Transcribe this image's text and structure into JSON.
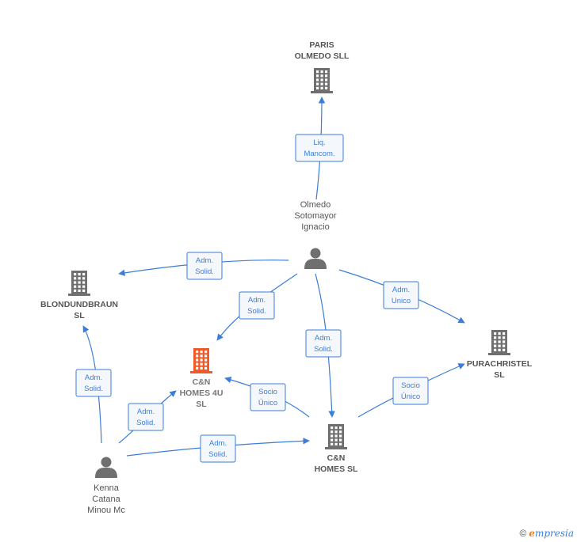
{
  "colors": {
    "edge": "#3b7dd8",
    "company": "#6f6f6f",
    "focus": "#f05a28",
    "person": "#6f6f6f"
  },
  "nodes": [
    {
      "id": "paris",
      "kind": "company",
      "icon": "building-icon",
      "lines": [
        "PARIS",
        "OLMEDO SLL"
      ]
    },
    {
      "id": "olmedo",
      "kind": "person",
      "icon": "person-icon",
      "lines": [
        "Olmedo",
        "Sotomayor",
        "Ignacio"
      ]
    },
    {
      "id": "blond",
      "kind": "company",
      "icon": "building-icon",
      "lines": [
        "BLONDUNDBRAUN",
        "SL"
      ]
    },
    {
      "id": "cn4u",
      "kind": "focus",
      "icon": "building-icon",
      "lines": [
        "C&N",
        "HOMES 4U",
        "SL"
      ]
    },
    {
      "id": "pura",
      "kind": "company",
      "icon": "building-icon",
      "lines": [
        "PURACHRISTEL",
        "SL"
      ]
    },
    {
      "id": "cnh",
      "kind": "company",
      "icon": "building-icon",
      "lines": [
        "C&N",
        "HOMES  SL"
      ]
    },
    {
      "id": "kenna",
      "kind": "person",
      "icon": "person-icon",
      "lines": [
        "Kenna",
        "Catana",
        "Minou Mc"
      ]
    }
  ],
  "edges": [
    {
      "id": "e1",
      "from": "olmedo",
      "to": "paris",
      "label": [
        "Liq.",
        "Mancom."
      ]
    },
    {
      "id": "e2",
      "from": "olmedo",
      "to": "blond",
      "label": [
        "Adm.",
        "Solid."
      ]
    },
    {
      "id": "e3",
      "from": "olmedo",
      "to": "cn4u",
      "label": [
        "Adm.",
        "Solid."
      ]
    },
    {
      "id": "e4",
      "from": "olmedo",
      "to": "cnh",
      "label": [
        "Adm.",
        "Solid."
      ]
    },
    {
      "id": "e5",
      "from": "olmedo",
      "to": "pura",
      "label": [
        "Adm.",
        "Unico"
      ]
    },
    {
      "id": "e6",
      "from": "cnh",
      "to": "cn4u",
      "label": [
        "Socio",
        "Único"
      ]
    },
    {
      "id": "e7",
      "from": "cnh",
      "to": "pura",
      "label": [
        "Socio",
        "Único"
      ]
    },
    {
      "id": "e8",
      "from": "kenna",
      "to": "blond",
      "label": [
        "Adm.",
        "Solid."
      ]
    },
    {
      "id": "e9",
      "from": "kenna",
      "to": "cn4u",
      "label": [
        "Adm.",
        "Solid."
      ]
    },
    {
      "id": "e10",
      "from": "kenna",
      "to": "cnh",
      "label": [
        "Adm.",
        "Solid."
      ]
    }
  ],
  "footer": {
    "copyright": "©",
    "brand_initial": "e",
    "brand_rest": "mpresia"
  }
}
